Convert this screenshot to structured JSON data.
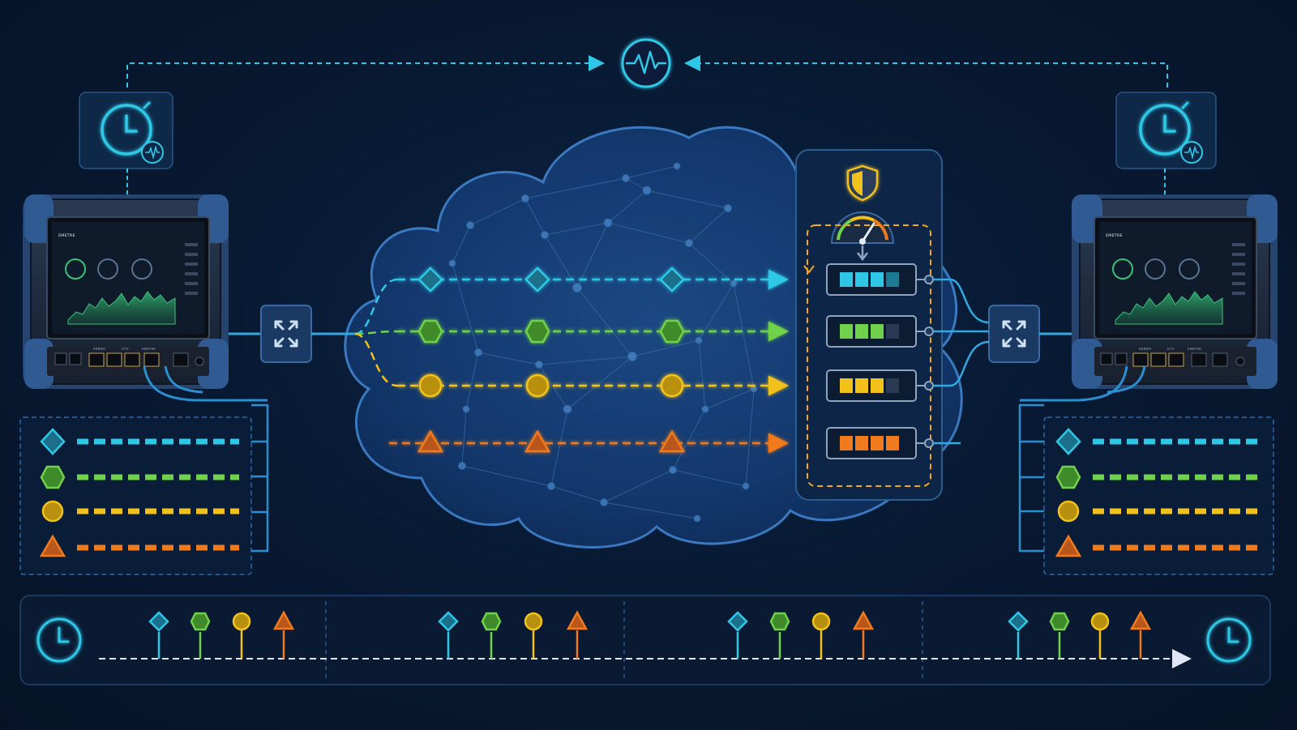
{
  "colors": {
    "background": "#071730",
    "cyan": "#2ec8e6",
    "green": "#6fd24a",
    "yellow": "#f2c21b",
    "orange": "#f07a1e",
    "panel_border": "#2b5d8e",
    "line_blue": "#31a9e0"
  },
  "flows": [
    {
      "id": "cyan",
      "shape": "diamond",
      "color": "#2ec8e6",
      "meter_fill": 4
    },
    {
      "id": "green",
      "shape": "hexagon",
      "color": "#6fd24a",
      "meter_fill": 3
    },
    {
      "id": "yellow",
      "shape": "circle",
      "color": "#f2c21b",
      "meter_fill": 3
    },
    {
      "id": "orange",
      "shape": "triangle",
      "color": "#f07a1e",
      "meter_fill": 4
    }
  ],
  "devices": [
    {
      "id": "left",
      "screen_title": "ᴇᴍᴇᴛʀᴇ",
      "port_labels": [
        "ᴇʀʀᴇᴍ",
        "ᴇᴛʜ",
        "ᴇᴍᴇᴛᴇʀ"
      ]
    },
    {
      "id": "right",
      "screen_title": "ᴇᴍᴇᴛʀᴇ",
      "port_labels": [
        "ᴇʀʀᴇᴍ",
        "ᴇᴛʜ",
        "ᴇᴍᴇᴛᴇʀ"
      ]
    }
  ],
  "icons": {
    "sync": "pulse-icon",
    "clock": "clock-icon",
    "shield": "shield-icon",
    "gauge": "gauge-icon",
    "switch": "switch-icon"
  },
  "timeline": {
    "groups": 4,
    "markers_per_group": [
      "diamond",
      "hexagon",
      "circle",
      "triangle"
    ]
  }
}
